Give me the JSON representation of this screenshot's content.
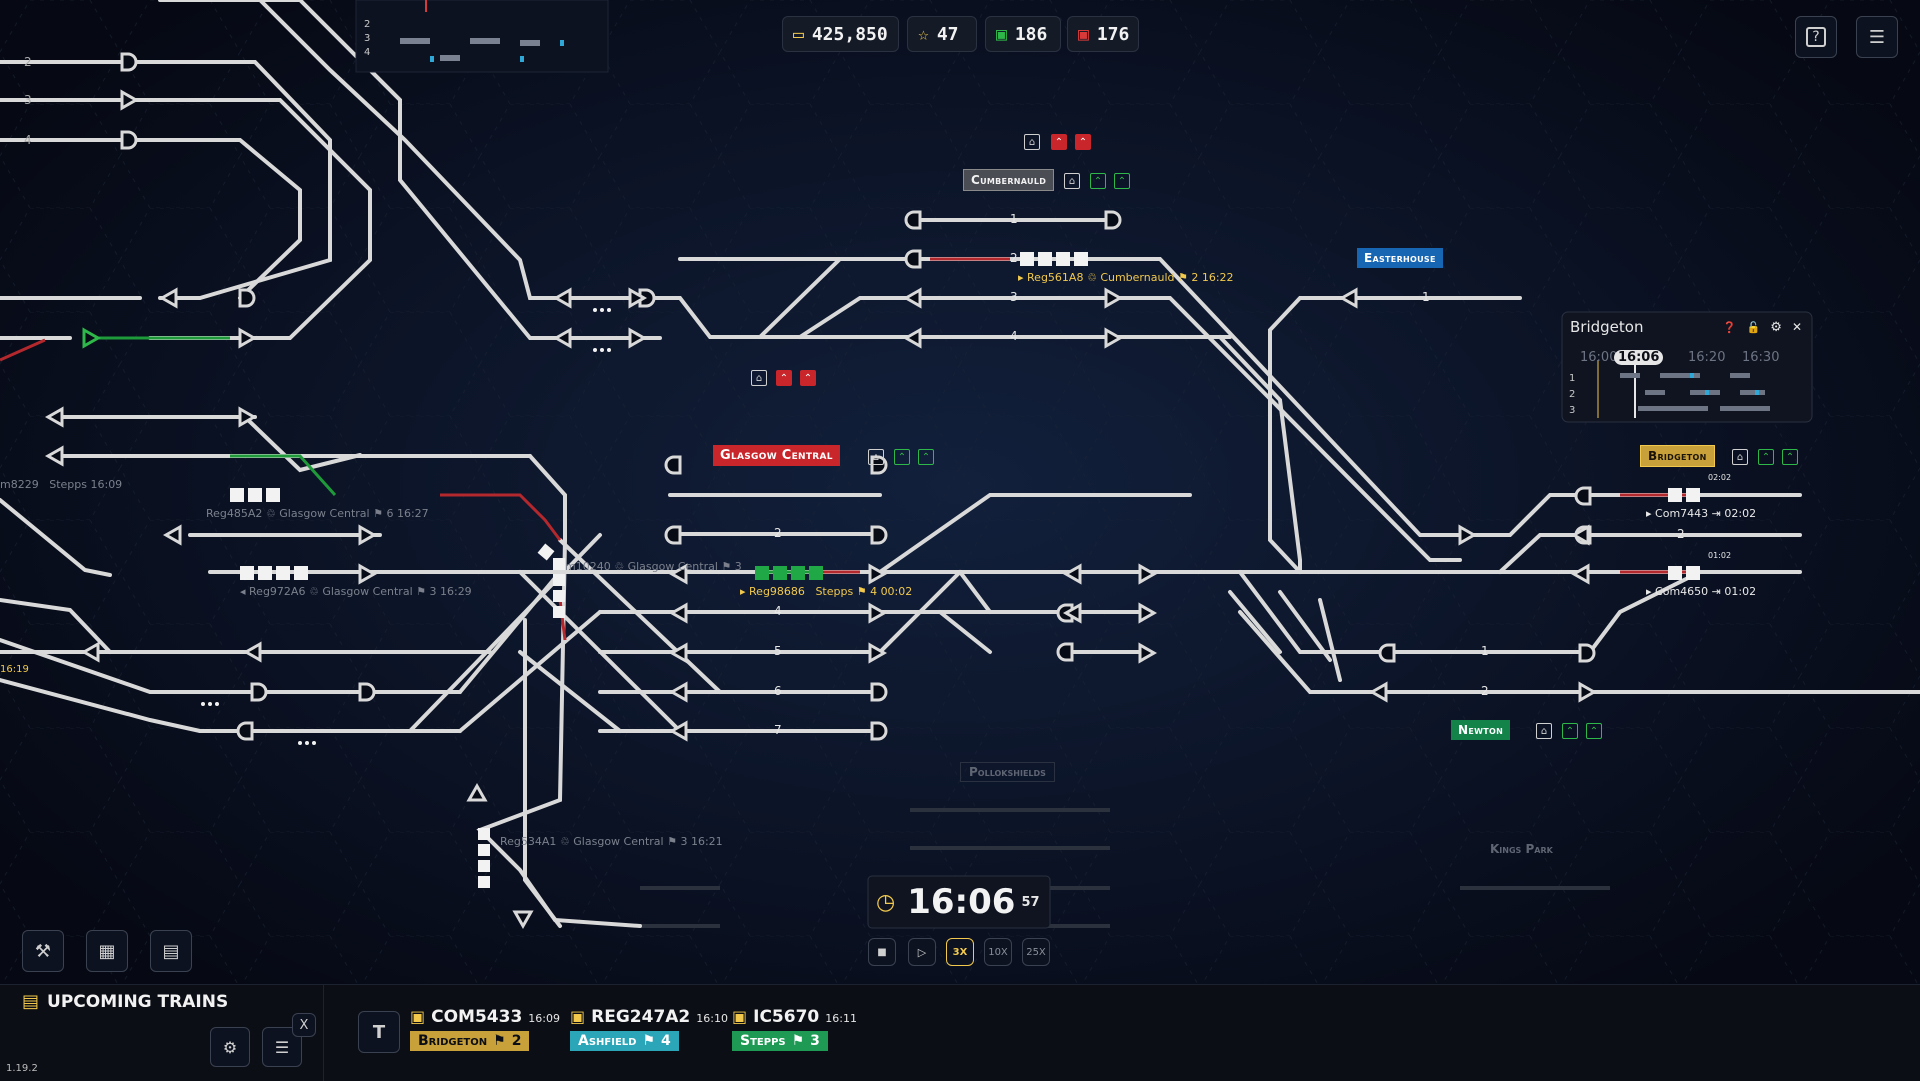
{
  "hud": {
    "money": "425,850",
    "stars": "47",
    "trains_green": "186",
    "trains_red": "176"
  },
  "colors": {
    "accent_yellow": "#f2c94c",
    "track": "#d9d9d9",
    "signal_red": "#d83a3a",
    "signal_green": "#2fb84a",
    "station_grey": "#9a9a9a",
    "station_red": "#c8262b",
    "station_blue": "#1766b4",
    "station_gold": "#c9a13a",
    "station_green": "#14834a"
  },
  "stations": {
    "cumbernauld": "Cumbernauld",
    "easterhouse": "Easterhouse",
    "glasgow_central": "Glasgow Central",
    "bridgeton": "Bridgeton",
    "newton": "Newton",
    "pollokshields": "Pollokshields",
    "kings_park": "Kings Park"
  },
  "track_numbers": {
    "cumb": [
      "1",
      "2",
      "3",
      "4"
    ],
    "central": [
      "2",
      "4",
      "5",
      "6",
      "7"
    ],
    "easter": [
      "1"
    ],
    "bridge": [
      "2"
    ],
    "newton": [
      "1",
      "2"
    ],
    "left": [
      "2",
      "3",
      "4"
    ]
  },
  "train_labels": {
    "reg561a8": "Reg561A8",
    "reg561a8_dest": "Cumbernauld",
    "reg561a8_plat": "2",
    "reg561a8_time": "16:22",
    "reg485a2": "Reg485A2",
    "reg485a2_dest": "Glasgow Central",
    "reg485a2_plat": "6",
    "reg485a2_time": "16:27",
    "reg972a6": "Reg972A6",
    "reg972a6_dest": "Glasgow Central",
    "reg972a6_plat": "3",
    "reg972a6_time": "16:29",
    "reg98686": "Reg98686",
    "reg98686_dest": "Stepps",
    "reg98686_plat": "4",
    "reg98686_time": "00:02",
    "reg534a1": "Reg534A1",
    "reg534a1_dest": "Glasgow Central",
    "reg534a1_plat": "3",
    "reg534a1_time": "16:21",
    "m10240": "m10240",
    "m10240_dest": "Glasgow Central",
    "m10240_plat": "3",
    "com7443": "Com7443",
    "com7443_time": "02:02",
    "com4650": "Com4650",
    "com4650_time": "01:02",
    "top_timer_1": "02:02",
    "top_timer_2": "01:02",
    "left_partial_1": "m8229",
    "left_partial_2": "Stepps",
    "left_partial_3": "16:09",
    "left_partial_4": "16:19"
  },
  "bridgeton_panel": {
    "title": "Bridgeton",
    "times": [
      "16:00",
      "16:06",
      "16:20",
      "16:30"
    ],
    "rows": [
      "1",
      "2",
      "3"
    ]
  },
  "mini_panel_top": {
    "rows": [
      "2",
      "3",
      "4"
    ]
  },
  "clock": {
    "time": "16:06",
    "seconds": "57",
    "speeds": [
      "3X",
      "10X",
      "25X"
    ],
    "active_speed": "3X"
  },
  "upcoming": {
    "title": "Upcoming Trains",
    "close": "X",
    "filter_key": "T",
    "trains": [
      {
        "id": "COM5433",
        "time": "16:09",
        "station": "Bridgeton",
        "platform": "2",
        "color": "#c9a13a"
      },
      {
        "id": "REG247A2",
        "time": "16:10",
        "station": "Ashfield",
        "platform": "4",
        "color": "#2aa6b8"
      },
      {
        "id": "IC5670",
        "time": "16:11",
        "station": "Stepps",
        "platform": "3",
        "color": "#1e9a55"
      }
    ]
  },
  "version": "1.19.2",
  "icons": {
    "money": "wallet-icon",
    "stars": "star-icon",
    "train_green": "train-icon",
    "train_red": "train-icon",
    "help": "help-icon",
    "menu": "list-icon",
    "clock": "clock-icon",
    "pause": "pause-icon",
    "play": "play-icon"
  }
}
